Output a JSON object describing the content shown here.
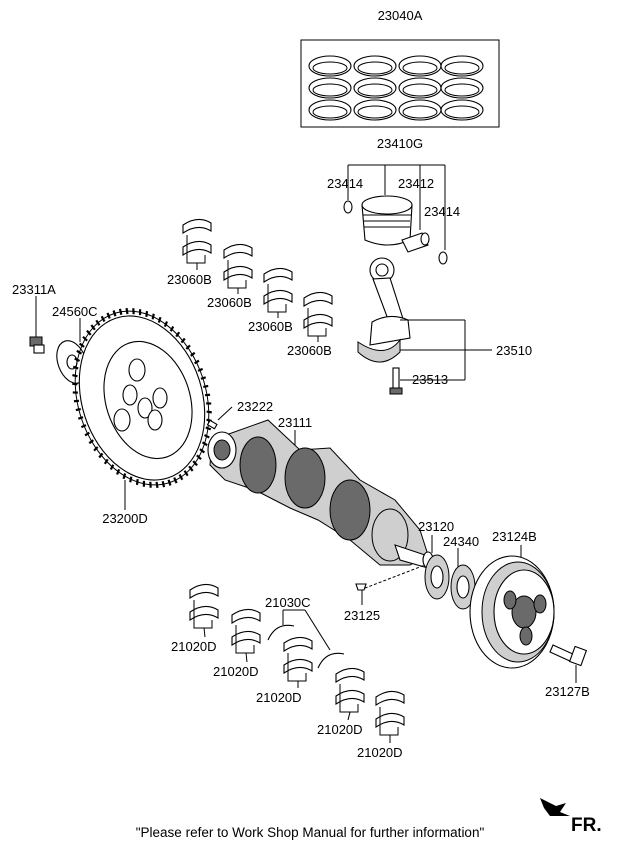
{
  "labels": {
    "p23040A": "23040A",
    "p23410G": "23410G",
    "p23414a": "23414",
    "p23412": "23412",
    "p23414b": "23414",
    "p23060Ba": "23060B",
    "p23060Bb": "23060B",
    "p23060Bc": "23060B",
    "p23060Bd": "23060B",
    "p23311A": "23311A",
    "p24560C": "24560C",
    "p23510": "23510",
    "p23513": "23513",
    "p23222": "23222",
    "p23111": "23111",
    "p23200D": "23200D",
    "p23120": "23120",
    "p24340": "24340",
    "p23124B": "23124B",
    "p21030C": "21030C",
    "p23125": "23125",
    "p21020Da": "21020D",
    "p21020Db": "21020D",
    "p21020Dc": "21020D",
    "p21020Dd": "21020D",
    "p21020De": "21020D",
    "p23127B": "23127B"
  },
  "footer": {
    "note": "\"Please refer to Work Shop Manual for further information\"",
    "direction": "FR."
  }
}
